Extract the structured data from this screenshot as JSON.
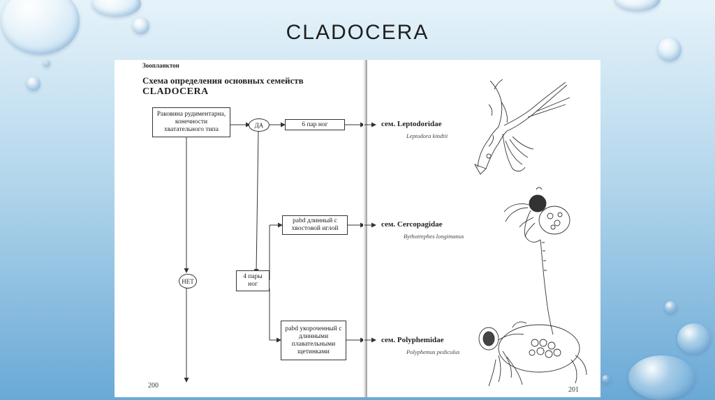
{
  "slide": {
    "title": "CLADOCERA"
  },
  "left_page": {
    "header": "Зоопланктон",
    "title_line1": "Схема определения основных семейств",
    "title_line2": "CLADOCERA",
    "page_number": "200",
    "nodes": {
      "shell": "Раковина рудиментарна, конечности хватательного типа",
      "yes": "ДА",
      "no": "НЕТ",
      "six_legs": "6 пар ног",
      "four_legs": "4 пары ног",
      "pabd_long": "pabd длинный с хвостовой иглой",
      "pabd_short": "pabd укороченный с длинными плавательными щетинками"
    }
  },
  "right_page": {
    "page_number": "201",
    "families": [
      {
        "family": "сем. Leptodoridae",
        "species": "Leptodora kindtii"
      },
      {
        "family": "сем. Cercopagidae",
        "species": "Bythotrephes longimanus"
      },
      {
        "family": "сем. Polyphemidae",
        "species": "Polyphemus pediculus"
      }
    ]
  }
}
